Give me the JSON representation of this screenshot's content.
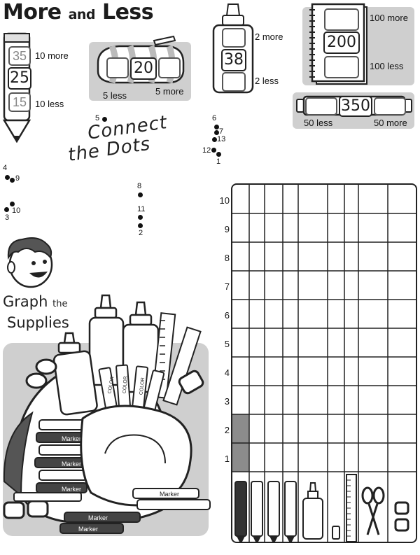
{
  "title": {
    "main1": "More",
    "and": "and",
    "main2": "Less"
  },
  "puzzles": {
    "pencil": {
      "center": "25",
      "ghost_top": "35",
      "ghost_bottom": "15",
      "top_label": "10 more",
      "bottom_label": "10 less"
    },
    "pencil_case": {
      "center": "20",
      "left_label": "5 less",
      "right_label": "5 more"
    },
    "glue": {
      "center": "38",
      "top_label": "2 more",
      "bottom_label": "2 less"
    },
    "notebook": {
      "center": "200",
      "top_label": "100 more",
      "bottom_label": "100 less"
    },
    "marker": {
      "center": "350",
      "left_label": "50 less",
      "right_label": "50 more"
    }
  },
  "connect_dots": {
    "title_line1": "Connect",
    "title_line2": "the Dots",
    "dot_labels": [
      "1",
      "2",
      "3",
      "4",
      "5",
      "6",
      "7",
      "8",
      "9",
      "10",
      "11",
      "12",
      "13"
    ]
  },
  "graph": {
    "title_word1": "Graph",
    "title_word2": "the",
    "title_word3": "Supplies",
    "y_labels": [
      "10",
      "9",
      "8",
      "7",
      "6",
      "5",
      "4",
      "3",
      "2",
      "1"
    ],
    "shaded_column_value": 2,
    "shade_color": "#8c8c8c",
    "columns": [
      "marker-icon",
      "marker-icon",
      "pencil-icon",
      "crayon-icon",
      "glue-icon",
      "eraser-icon",
      "ruler-icon",
      "scissors-icon",
      "glasses-icon"
    ],
    "illustration_text": [
      "Marker",
      "Marker",
      "Marker",
      "Marker",
      "Marker",
      "Marker",
      "COLOR",
      "COLOR",
      "COLOR"
    ]
  },
  "colors": {
    "panel_gray": "#cfcfcf",
    "ink": "#1c1c1c"
  }
}
